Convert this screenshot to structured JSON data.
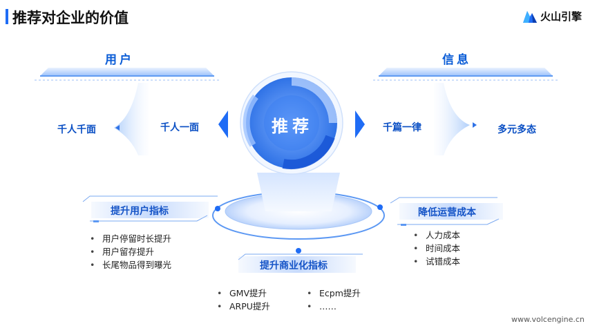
{
  "header": {
    "title": "推荐对企业的价值",
    "logo_text": "火山引擎"
  },
  "left_panel": {
    "heading": "用户",
    "outer_label": "千人千面",
    "inner_label": "千人一面"
  },
  "right_panel": {
    "heading": "信息",
    "inner_label": "千篇一律",
    "outer_label": "多元多态"
  },
  "hub": {
    "label": "推荐"
  },
  "benefits": {
    "user_metrics": {
      "title": "提升用户指标",
      "items": [
        "用户停留时长提升",
        "用户留存提升",
        "长尾物品得到曝光"
      ]
    },
    "commercial_metrics": {
      "title": "提升商业化指标",
      "items_left": [
        "GMV提升",
        "ARPU提升"
      ],
      "items_right": [
        "Ecpm提升",
        "……"
      ]
    },
    "cost_reduction": {
      "title": "降低运营成本",
      "items": [
        "人力成本",
        "时间成本",
        "试错成本"
      ]
    }
  },
  "footer": {
    "url": "www.volcengine.cn"
  },
  "colors": {
    "accent": "#1f6cf5",
    "heading": "#0a5cd6",
    "hub": "#4a8cf0"
  }
}
